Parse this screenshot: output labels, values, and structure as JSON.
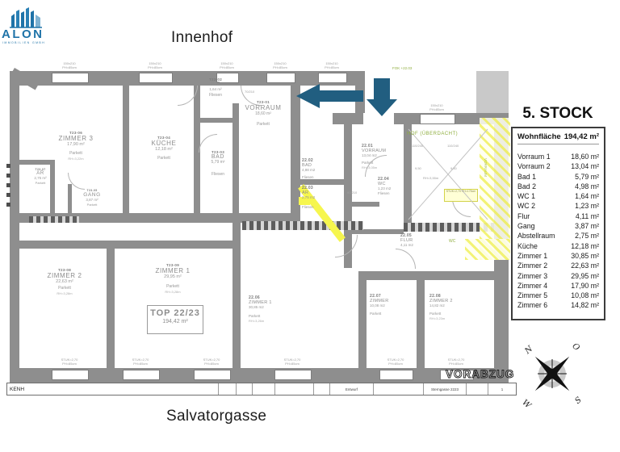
{
  "logo": {
    "brand": "ALON",
    "subtitle": "IMMOBILIEN GMBH"
  },
  "streets": {
    "top": "Innenhof",
    "bottom": "Salvatorgasse"
  },
  "panel": {
    "title": "5. STOCK",
    "summary_label": "Wohnfläche",
    "summary_value": "194,42 m²",
    "rows": [
      {
        "label": "Vorraum 1",
        "value": "18,60 m²"
      },
      {
        "label": "Vorraum 2",
        "value": "13,04 m²"
      },
      {
        "label": "Bad 1",
        "value": "5,79 m²"
      },
      {
        "label": "Bad 2",
        "value": "4,98 m²"
      },
      {
        "label": "WC 1",
        "value": "1,64 m²"
      },
      {
        "label": "WC 2",
        "value": "1,23 m²"
      },
      {
        "label": "Flur",
        "value": "4,11 m²"
      },
      {
        "label": "Gang",
        "value": "3,87 m²"
      },
      {
        "label": "Abstellraum",
        "value": "2,75 m²"
      },
      {
        "label": "Küche",
        "value": "12,18 m²"
      },
      {
        "label": "Zimmer 1",
        "value": "30,85 m²"
      },
      {
        "label": "Zimmer 2",
        "value": "22,63 m²"
      },
      {
        "label": "Zimmer 3",
        "value": "29,95 m²"
      },
      {
        "label": "Zimmer 4",
        "value": "17,90 m²"
      },
      {
        "label": "Zimmer 5",
        "value": "10,08 m²"
      },
      {
        "label": "Zimmer 6",
        "value": "14,82 m²"
      }
    ]
  },
  "plan": {
    "unit_box": {
      "title": "TOP 22/23",
      "area": "194,42 m²"
    },
    "rooms": [
      {
        "id": "T23-06",
        "name": "ZIMMER 3",
        "area": "17,90 m²",
        "floor": "Parkett",
        "rh": "RH=3,22m"
      },
      {
        "id": "T23-04",
        "name": "KÜCHE",
        "area": "12,18 m²",
        "floor": "Parkett"
      },
      {
        "id": "T23-02",
        "name": "WC",
        "area": "1,64 m²",
        "floor": "Fliesen"
      },
      {
        "id": "T23-01",
        "name": "VORRAUM",
        "area": "18,60 m²",
        "floor": "Parkett"
      },
      {
        "id": "T23-03",
        "name": "BAD",
        "area": "5,79 m²",
        "floor": "Fliesen"
      },
      {
        "id": "T23-07",
        "name": "AR",
        "area": "2,75 m²",
        "floor": "Parkett"
      },
      {
        "id": "T23-05",
        "name": "GANG",
        "area": "3,87 m²",
        "floor": "Parkett"
      },
      {
        "id": "T23-08",
        "name": "ZIMMER 2",
        "area": "22,63 m²",
        "floor": "Parkett",
        "rh": "RH=3,28m"
      },
      {
        "id": "T23-09",
        "name": "ZIMMER 1",
        "area": "29,95 m²",
        "floor": "Parkett",
        "rh": "RH=3,28m"
      },
      {
        "id": "22.02",
        "name": "BAD",
        "area": "4,98 m2",
        "floor": "Fliesen"
      },
      {
        "id": "22.03",
        "name": "AR",
        "area": "2,75 m2",
        "floor": "Fliesen"
      },
      {
        "id": "22.01",
        "name": "VORRAUM",
        "area": "13,04 m2",
        "floor": "Parkett",
        "rh": "RH=3,05m"
      },
      {
        "id": "22.04",
        "name": "WC",
        "area": "1,23 m2",
        "floor": "Fliesen"
      },
      {
        "id": "22.05",
        "name": "FLUR",
        "area": "4,11 m2"
      },
      {
        "id": "22.06",
        "name": "ZIMMER 1",
        "area": "30,85 m2",
        "floor": "Parkett",
        "rh": "RH=3,26m"
      },
      {
        "id": "22.07",
        "name": "ZIMMER",
        "area": "10,08 m2",
        "floor": "Parkett"
      },
      {
        "id": "22.08",
        "name": "ZIMMER 2",
        "area": "14,82 m2",
        "floor": "Parkett",
        "rh": "RH=3,23m"
      }
    ],
    "green": {
      "hof": "HOF (ÜBERDACHT)",
      "level_marker": "FOK +22.03",
      "wc": "WC",
      "neighbor": "VORRAUM"
    },
    "dims": {
      "door1": "70/210",
      "door2": "90/210",
      "hof_w": "110/240",
      "hof_len": "9,50",
      "hof_rh": "RH=3,55m",
      "stuk_box": "STUK=2,70 PH=175cm"
    },
    "window_top_label": "150x210",
    "window_top_sub": "PH=85cm",
    "window_bottom_label": "STUK=2,70",
    "window_bottom_sub": "PH=85cm"
  },
  "titleblock": {
    "author": "KENH",
    "stamp": "VORABZUG",
    "phase": "Entwurf",
    "project": "Sterngasse 2223",
    "sheet": "1"
  },
  "compass": {
    "n": "N",
    "e": "O",
    "s": "S",
    "w": "W"
  }
}
